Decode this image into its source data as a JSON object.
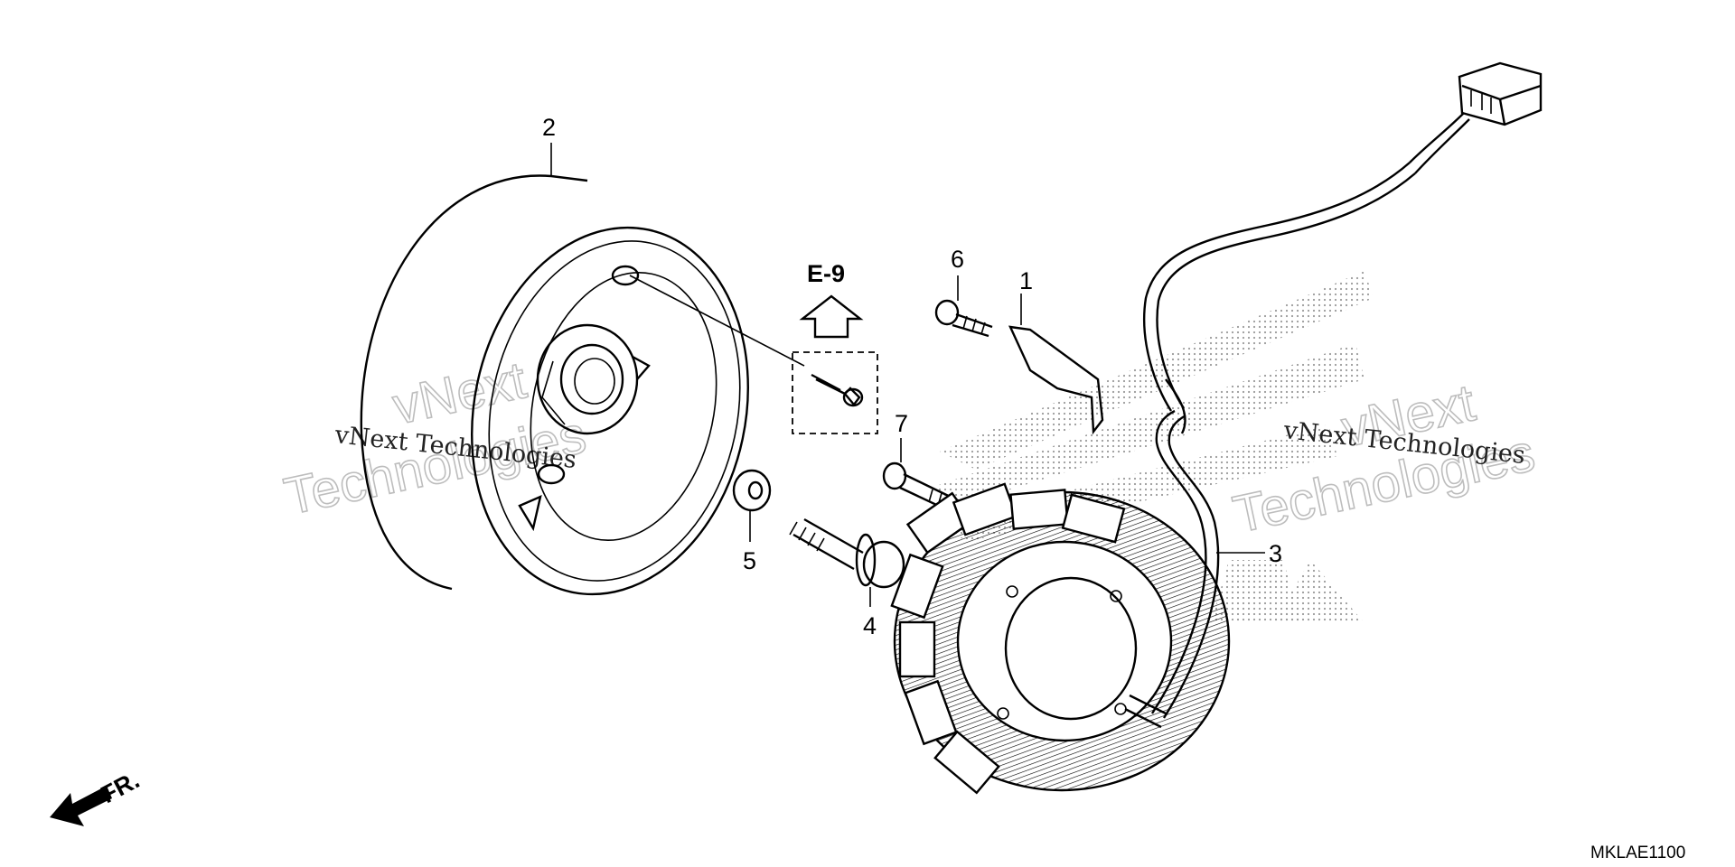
{
  "ref_label": "E-9",
  "front_label": "FR.",
  "drawing_code": "MKLAE1100",
  "watermark": {
    "line1": "vNext",
    "line2": "Technologies",
    "full": "vNext Technologies"
  },
  "callouts": {
    "p1": "1",
    "p2": "2",
    "p3": "3",
    "p4": "4",
    "p5": "5",
    "p6": "6",
    "p7": "7"
  }
}
